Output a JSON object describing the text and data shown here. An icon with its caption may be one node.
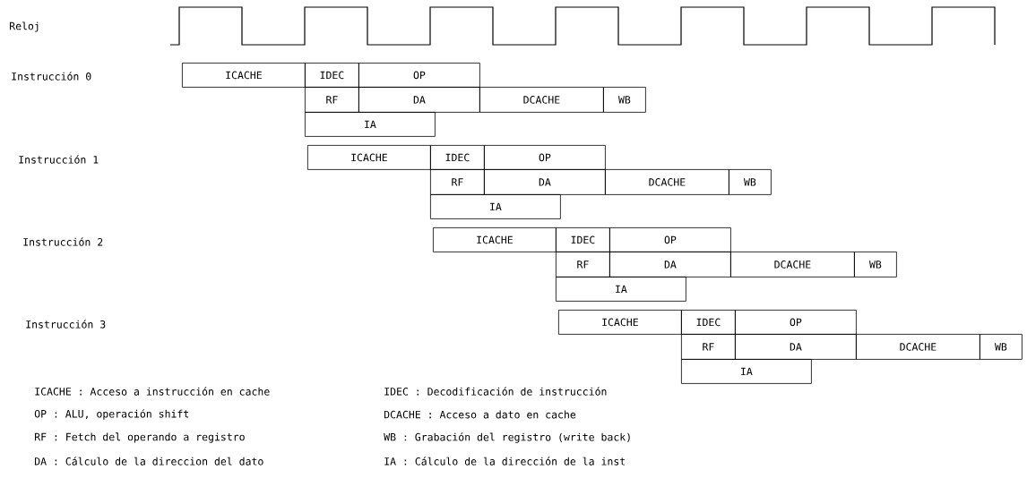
{
  "diagram": {
    "nodes": [
      {
        "text": [
          "ICACHE"
        ]
      },
      {
        "text": [
          "IDEC"
        ]
      },
      {
        "text": [
          "OP"
        ]
      },
      {
        "text": [
          "RF"
        ]
      },
      {
        "text": [
          "DA"
        ]
      },
      {
        "text": [
          "DCACHE"
        ]
      },
      {
        "text": [
          "WB"
        ]
      },
      {
        "text": [
          "IA"
        ]
      },
      {
        "text": [
          "ICACHE"
        ]
      },
      {
        "text": [
          "IDEC"
        ]
      },
      {
        "text": [
          "OP"
        ]
      },
      {
        "text": [
          "RF"
        ]
      },
      {
        "text": [
          "DA"
        ]
      },
      {
        "text": [
          "DCACHE"
        ]
      },
      {
        "text": [
          "WB"
        ]
      },
      {
        "text": [
          "IA"
        ]
      },
      {
        "text": [
          "ICACHE"
        ]
      },
      {
        "text": [
          "IDEC"
        ]
      },
      {
        "text": [
          "OP"
        ]
      },
      {
        "text": [
          "RF"
        ]
      },
      {
        "text": [
          "DA"
        ]
      },
      {
        "text": [
          "DCACHE"
        ]
      },
      {
        "text": [
          "WB"
        ]
      },
      {
        "text": [
          "IA"
        ]
      },
      {
        "text": [
          "ICACHE"
        ]
      },
      {
        "text": [
          "IDEC"
        ]
      },
      {
        "text": [
          "OP"
        ]
      },
      {
        "text": [
          "RF"
        ]
      },
      {
        "text": [
          "DA"
        ]
      },
      {
        "text": [
          "DCACHE"
        ]
      },
      {
        "text": [
          "WB"
        ]
      },
      {
        "text": [
          "IA"
        ]
      }
    ],
    "labels": [
      "Reloj",
      "Instrucción 0",
      "Instrucción 1",
      "Instrucción 2",
      "Instrucción 3",
      "ICACHE : Acceso a instrucción en cache",
      "IDEC : Decodificación de instrucción",
      "OP : ALU, operación shift",
      "DCACHE : Acceso a dato en cache",
      "RF : Fetch del operando a registro",
      "WB : Grabación del registro (write back)",
      "DA : Cálculo de la direccion del dato",
      "IA : Cálculo de la dirección de la inst"
    ]
  }
}
